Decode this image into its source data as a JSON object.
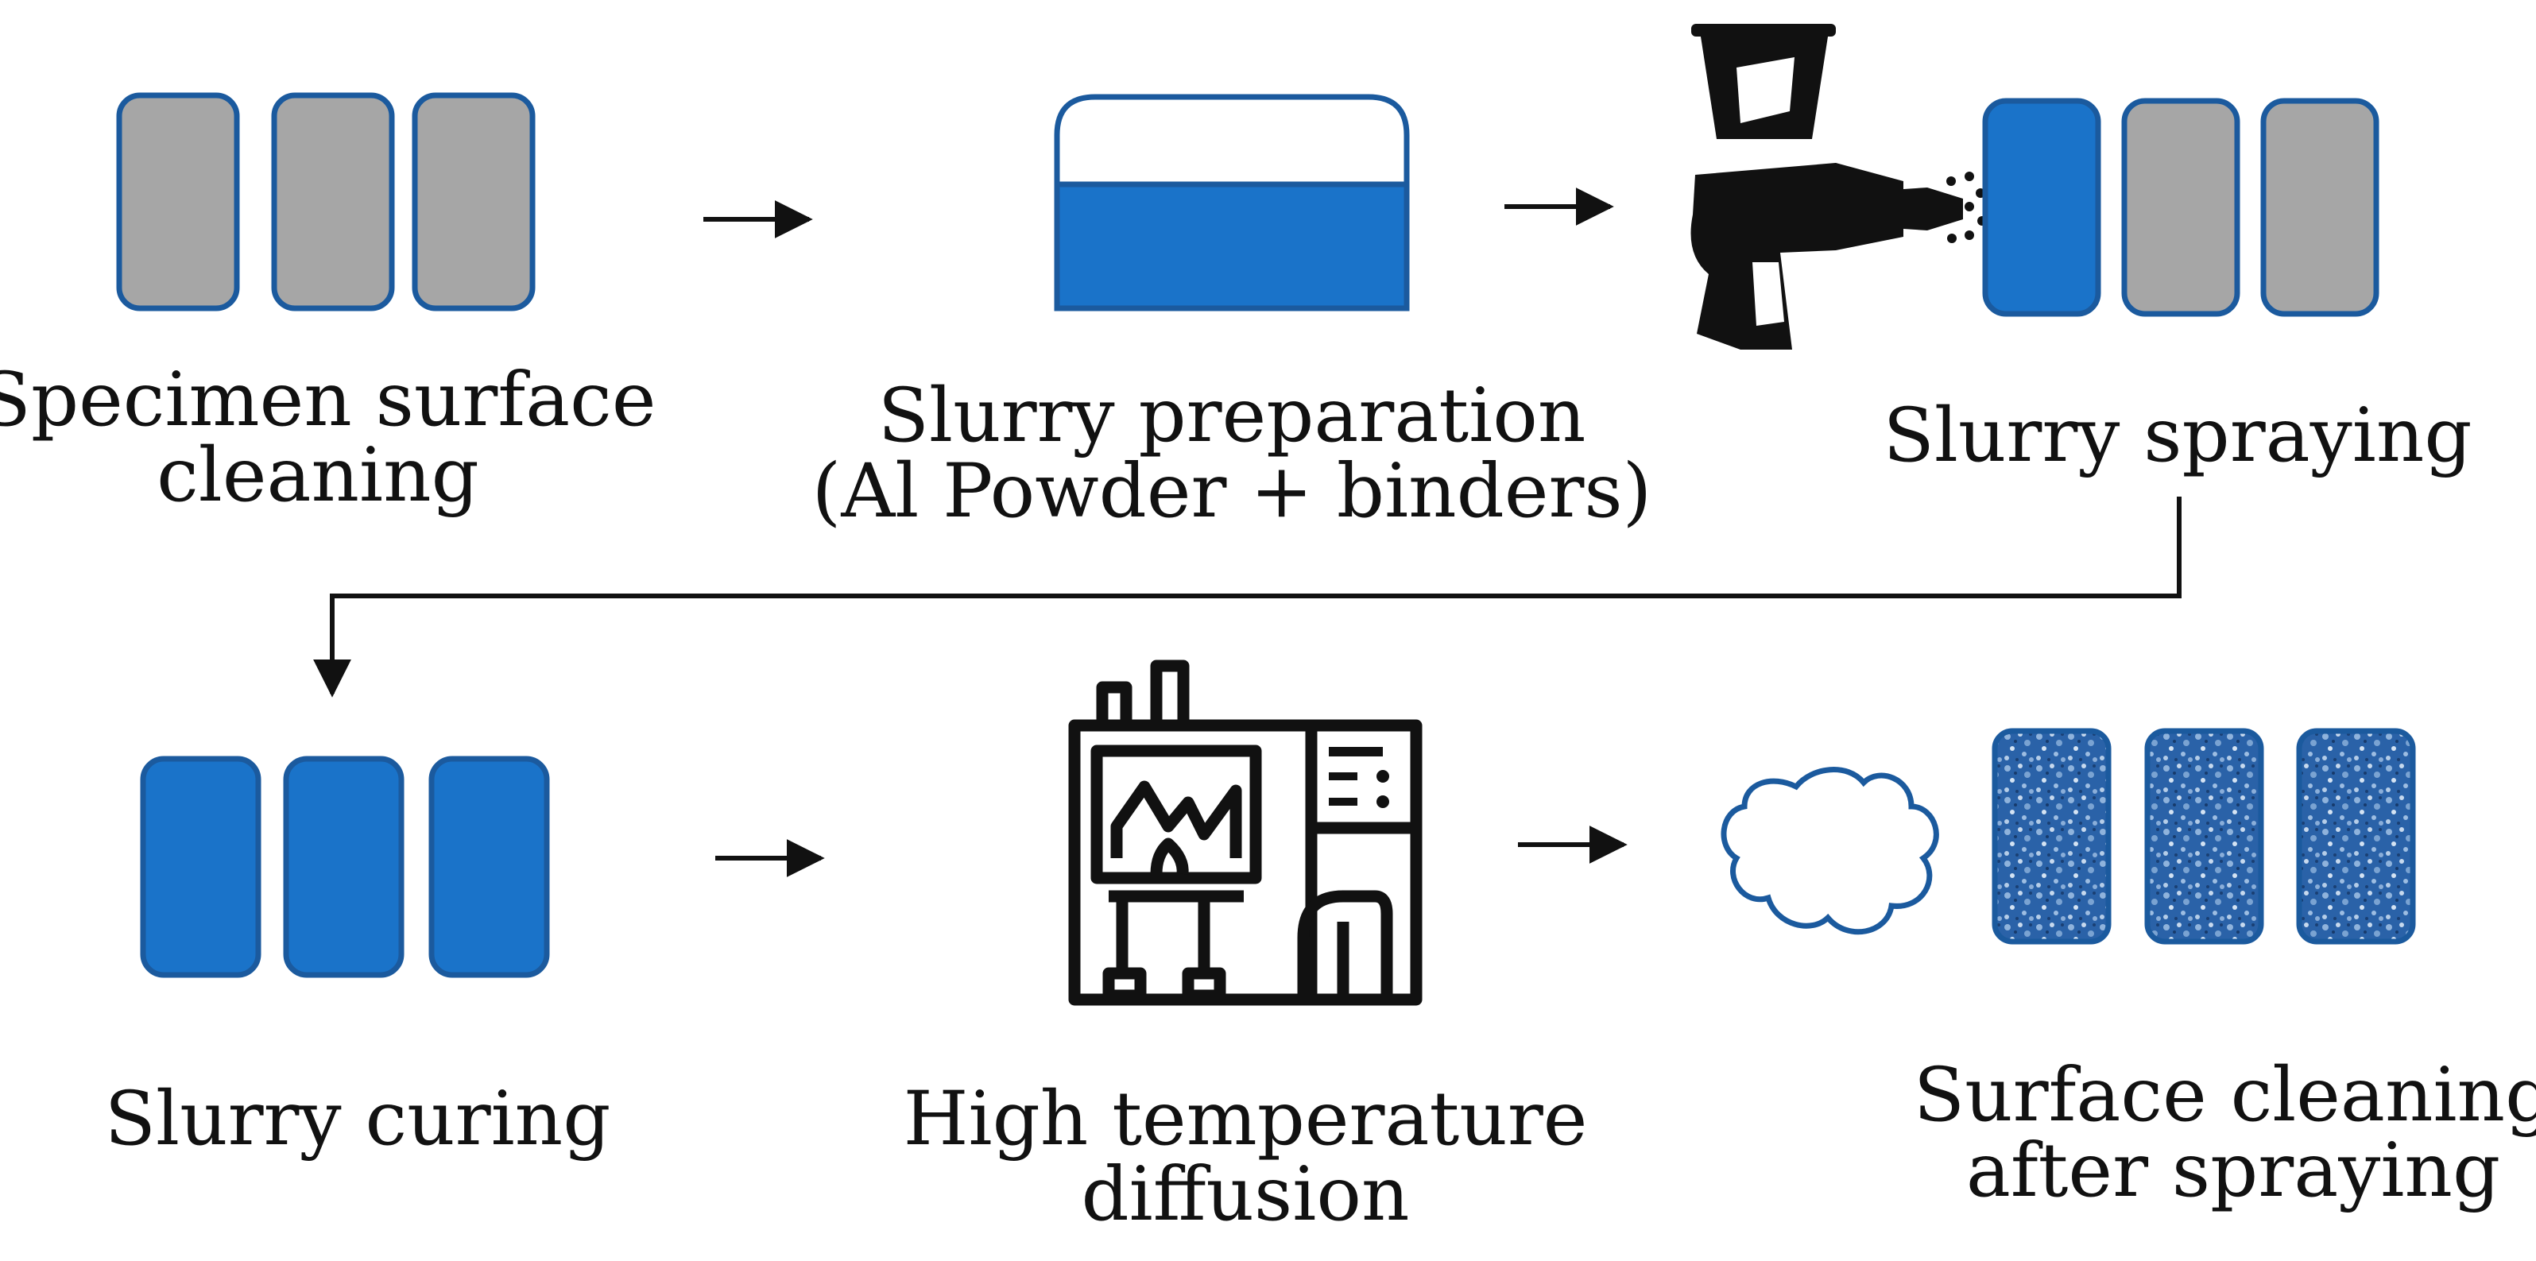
{
  "colors": {
    "blue": "#1a73c9",
    "blue_dark": "#1b5a9e",
    "gray": "#a6a6a6",
    "ink": "#111111"
  },
  "steps": [
    {
      "icon": "specimen-icon",
      "line1": "Specimen surface",
      "line2": "cleaning"
    },
    {
      "icon": "slurry-container-icon",
      "line1": "Slurry preparation",
      "line2": "(Al Powder + binders)"
    },
    {
      "icon": "spray-gun-icon",
      "line1": "Slurry spraying",
      "line2": ""
    },
    {
      "icon": "specimen-icon",
      "line1": "Slurry curing",
      "line2": ""
    },
    {
      "icon": "furnace-icon",
      "line1": "High temperature",
      "line2": "diffusion"
    },
    {
      "icon": "cloud-icon",
      "line1": "Surface cleaning",
      "line2": "after spraying"
    }
  ]
}
